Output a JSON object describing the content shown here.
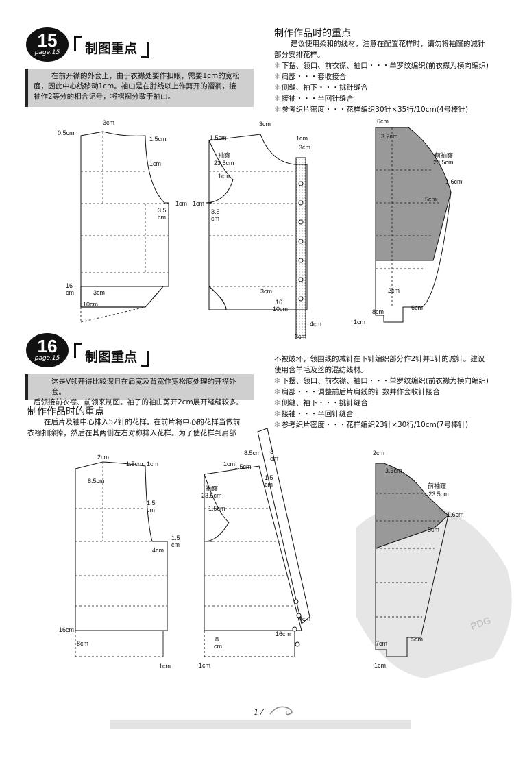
{
  "s15": {
    "num": "15",
    "page": "page.15",
    "title": "制图重点",
    "note": [
      "在前开襟的外套上，由于衣襟处要作扣眼，需要1cm的宽松",
      "度，因此中心线移动1cm。袖山是在肘线以上作剪开的褶裥，接",
      "袖作2等分的相合记号，将褶裥分散于袖山。"
    ],
    "tips_heading": "制作作品时的重点",
    "tips_intro": [
      "建议使用柔和的线材，注意在配置花样时，请勿将袖窿的减针",
      "部分安排花样。"
    ],
    "bullets": [
      "下摆、领口、前衣襟、袖口・・・单罗纹编织(前衣襟为横向编织)",
      "肩部・・・套收接合",
      "侧缝、袖下・・・挑针缝合",
      "接袖・・・半回针缝合",
      "参考织片密度・・・花样编织30针×35行/10cm(4号棒针)"
    ],
    "dims": {
      "a": "3cm",
      "b": "0.5cm",
      "c": "1.5cm",
      "d": "1cm",
      "e": "3.5",
      "f": "cm",
      "g": "1cm",
      "h": "16",
      "i": "cm",
      "j": "3cm",
      "k": "10cm",
      "l": "3cm",
      "m": "1.5cm",
      "n": "1cm",
      "o": "3cm",
      "p": "袖窿",
      "q": "23.5cm",
      "r": "1cm",
      "s": "3.5",
      "t": "cm",
      "u": "1cm",
      "v": "3cm",
      "w": "16",
      "x": "cm",
      "y": "10cm",
      "z": "4cm",
      "aa": "3cm",
      "ab": "6cm",
      "ac": "3.2cm",
      "ad": "前袖窿",
      "ae": "23.5cm",
      "af": "1.6cm",
      "ag": "5cm",
      "ah": "2cm",
      "ai": "6cm",
      "aj": "8cm",
      "ak": "1cm"
    }
  },
  "s16": {
    "num": "16",
    "page": "page.15",
    "title": "制图重点",
    "note": [
      "这是V领开得比较深且在肩宽及背宽作宽松度处理的开襟外套。",
      "后领接前衣襟、前领来制图。袖子的袖山剪开2cm展开缝缝较多。"
    ],
    "tips_heading": "制作作品时的重点",
    "tips_para": [
      "在后片及袖中心排入52针的花样。在前片将中心的花样当做前",
      "衣襟扣除掉，然后在其两侧左右对称排入花样。为了使花样到肩部"
    ],
    "tips_para2": [
      "不被破坏，领围线的减针在下针编织部分作2针并1针的减针。建议",
      "使用含羊毛及丝的混纺线材。"
    ],
    "bullets": [
      "下摆、领口、前衣襟、袖口・・・单罗纹编织(前衣襟为横向编织)",
      "肩部・・・调整前后片肩线的针数并作套收针接合",
      "侧缝、袖下・・・挑针缝合",
      "接袖・・・半回针缝合",
      "参考织片密度・・・花样编织23针×30行/10cm(7号棒针)"
    ],
    "dims": {
      "a": "2cm",
      "b": "8.5cm",
      "c": "1.5cm",
      "d": "1cm",
      "e": "1.5",
      "f": "cm",
      "g": "1.5",
      "h": "cm",
      "i": "4cm",
      "j": "16cm",
      "k": "8cm",
      "l": "1cm",
      "m": "8.5cm",
      "n": "1cm",
      "o": "1.5cm",
      "p": "袖窿",
      "q": "23.5cm",
      "r": "1.5cm",
      "s": "8",
      "t": "cm",
      "u": "1cm",
      "v": "16cm",
      "w": "4cm",
      "x": "3",
      "y": "cm",
      "z": "1.5",
      "aa": "cm",
      "ab": "2cm",
      "ac": "3.3cm",
      "ad": "前袖窿",
      "ae": "=23.5cm",
      "af": "1.6cm",
      "ag": "5cm",
      "ah": "7cm",
      "ai": "5cm",
      "aj": "1cm"
    }
  },
  "footer": {
    "page_number": "17"
  },
  "watermark": {
    "text": "PDG"
  }
}
